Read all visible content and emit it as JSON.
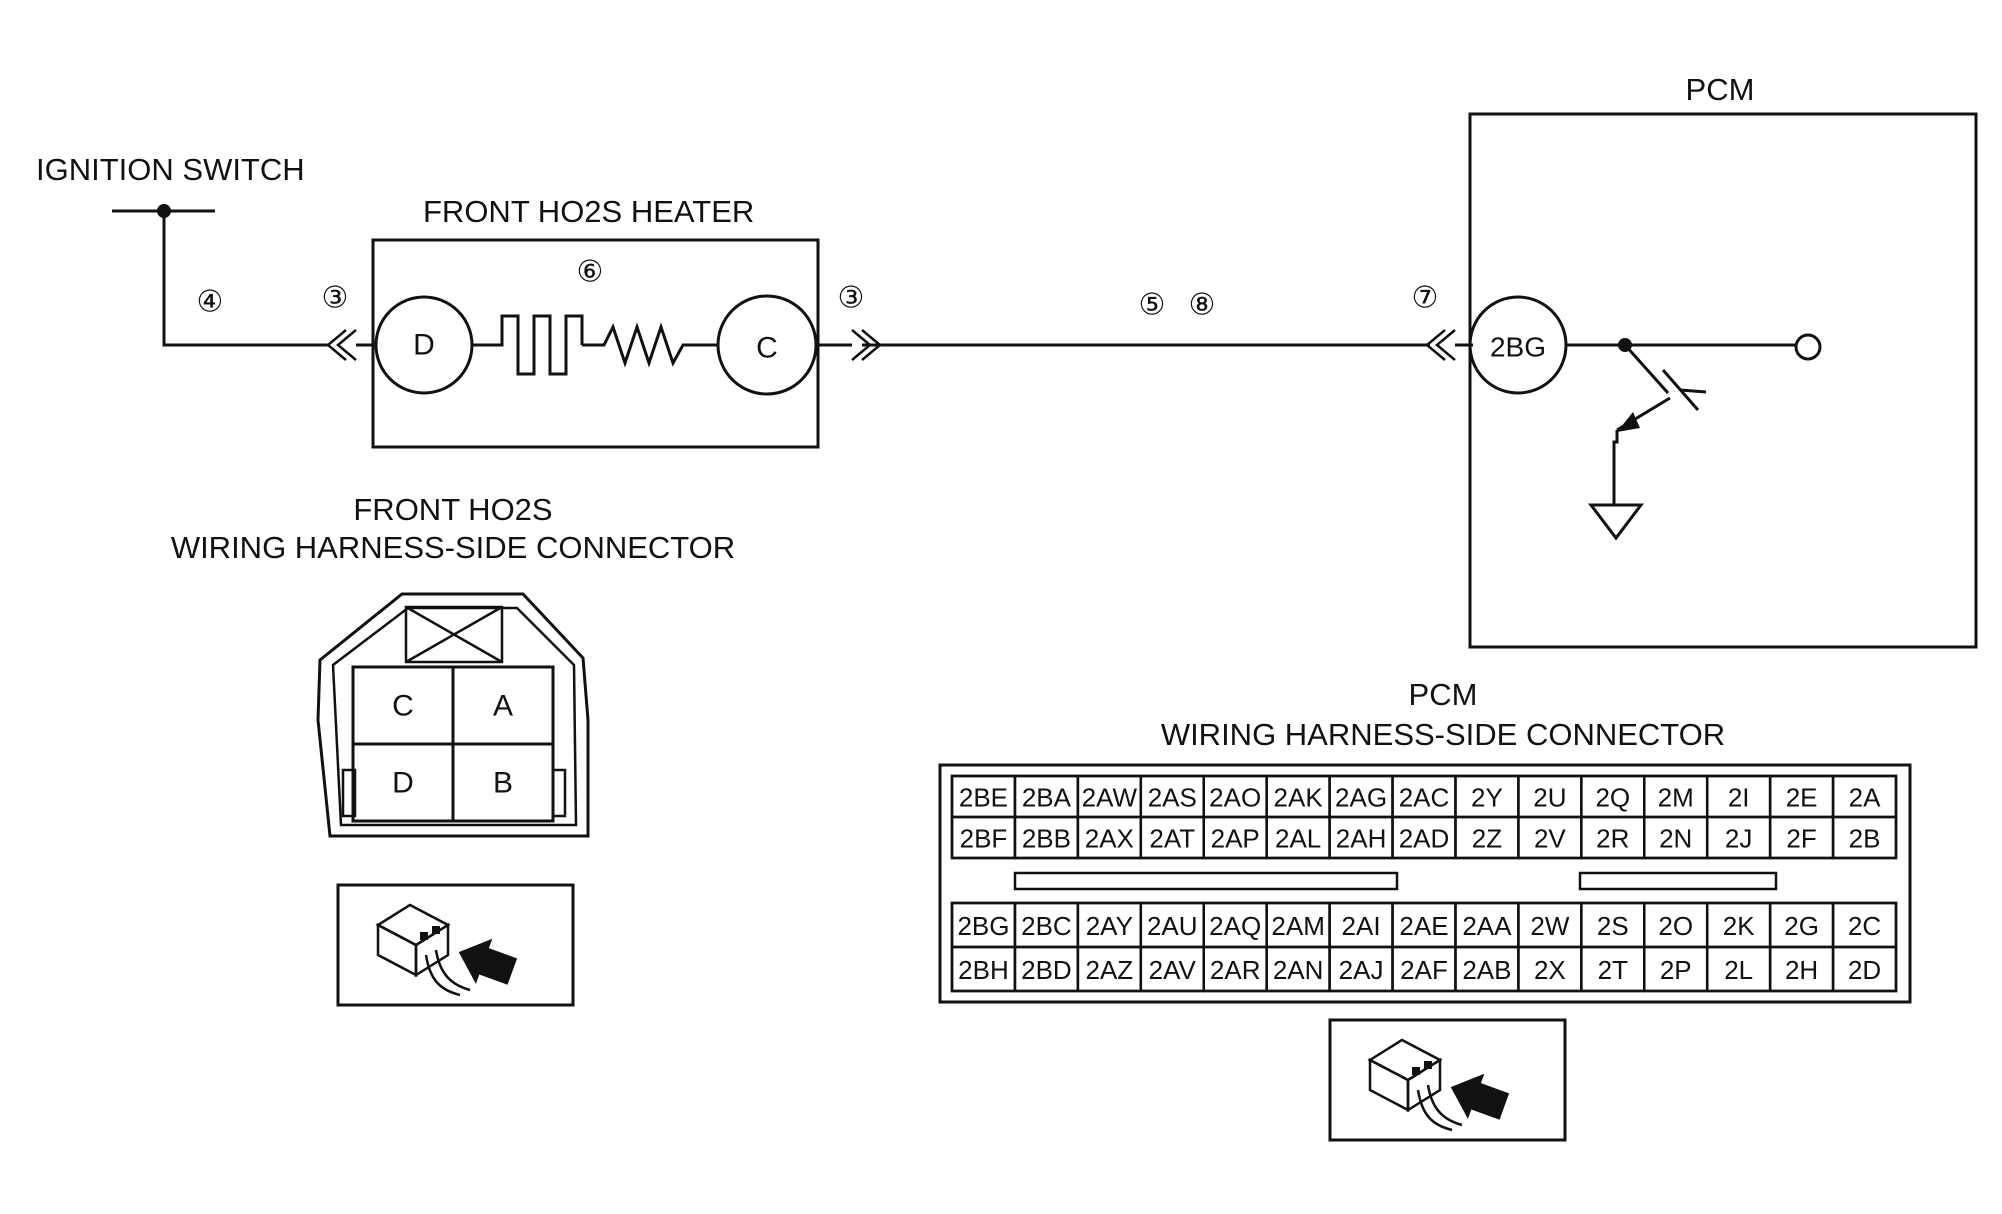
{
  "labels": {
    "ignition_switch": "IGNITION SWITCH",
    "front_ho2s_heater": "FRONT HO2S HEATER",
    "pcm_title": "PCM",
    "front_ho2s_conn_line1": "FRONT HO2S",
    "front_ho2s_conn_line2": "WIRING HARNESS-SIDE CONNECTOR",
    "pcm_conn_line1": "PCM",
    "pcm_conn_line2": "WIRING HARNESS-SIDE CONNECTOR"
  },
  "circled_numbers": {
    "n4": "④",
    "n3_left": "③",
    "n6": "⑥",
    "n3_right": "③",
    "n5": "⑤",
    "n8": "⑧",
    "n7": "⑦"
  },
  "heater_pins": {
    "d": "D",
    "c": "C"
  },
  "pcm_pin": "2BG",
  "front_ho2s_connector": {
    "cells": [
      "C",
      "A",
      "D",
      "B"
    ]
  },
  "pcm_connector": {
    "upper_rows": [
      [
        "2BE",
        "2BA",
        "2AW",
        "2AS",
        "2AO",
        "2AK",
        "2AG",
        "2AC",
        "2Y",
        "2U",
        "2Q",
        "2M",
        "2I",
        "2E",
        "2A"
      ],
      [
        "2BF",
        "2BB",
        "2AX",
        "2AT",
        "2AP",
        "2AL",
        "2AH",
        "2AD",
        "2Z",
        "2V",
        "2R",
        "2N",
        "2J",
        "2F",
        "2B"
      ]
    ],
    "lower_rows": [
      [
        "2BG",
        "2BC",
        "2AY",
        "2AU",
        "2AQ",
        "2AM",
        "2AI",
        "2AE",
        "2AA",
        "2W",
        "2S",
        "2O",
        "2K",
        "2G",
        "2C"
      ],
      [
        "2BH",
        "2BD",
        "2AZ",
        "2AV",
        "2AR",
        "2AN",
        "2AJ",
        "2AF",
        "2AB",
        "2X",
        "2T",
        "2P",
        "2L",
        "2H",
        "2D"
      ]
    ]
  }
}
